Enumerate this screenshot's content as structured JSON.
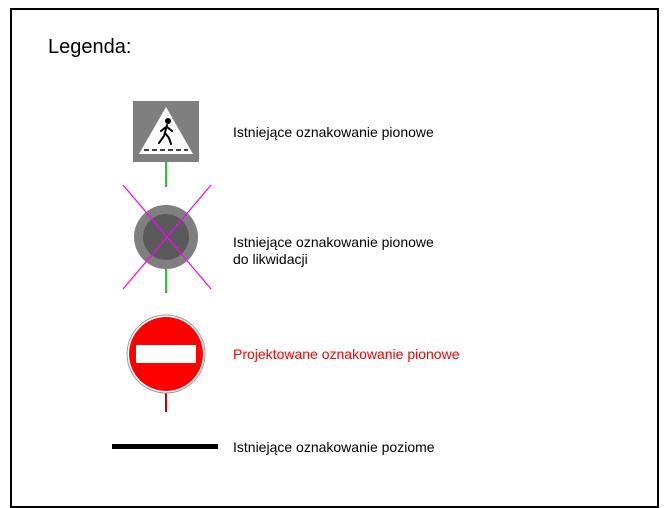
{
  "legend": {
    "title": "Legenda:",
    "items": [
      {
        "icon": "pedestrian-crossing-sign-icon",
        "label_line1": "Istniejące oznakowanie pionowe",
        "label_line2": ""
      },
      {
        "icon": "crossed-out-sign-icon",
        "label_line1": "Istniejące oznakowanie pionowe",
        "label_line2": "do likwidacji"
      },
      {
        "icon": "no-entry-sign-icon",
        "label_line1": "Projektowane oznakowanie pionowe",
        "label_line2": ""
      },
      {
        "icon": "horizontal-marking-line-icon",
        "label_line1": "Istniejące oznakowanie poziome",
        "label_line2": ""
      }
    ]
  },
  "colors": {
    "existing_post": "#22cc22",
    "removal_cross": "#ff00ff",
    "projected_text": "#ff0000",
    "sign_grey": "#7f7f7f",
    "no_entry_red": "#ff0000"
  }
}
